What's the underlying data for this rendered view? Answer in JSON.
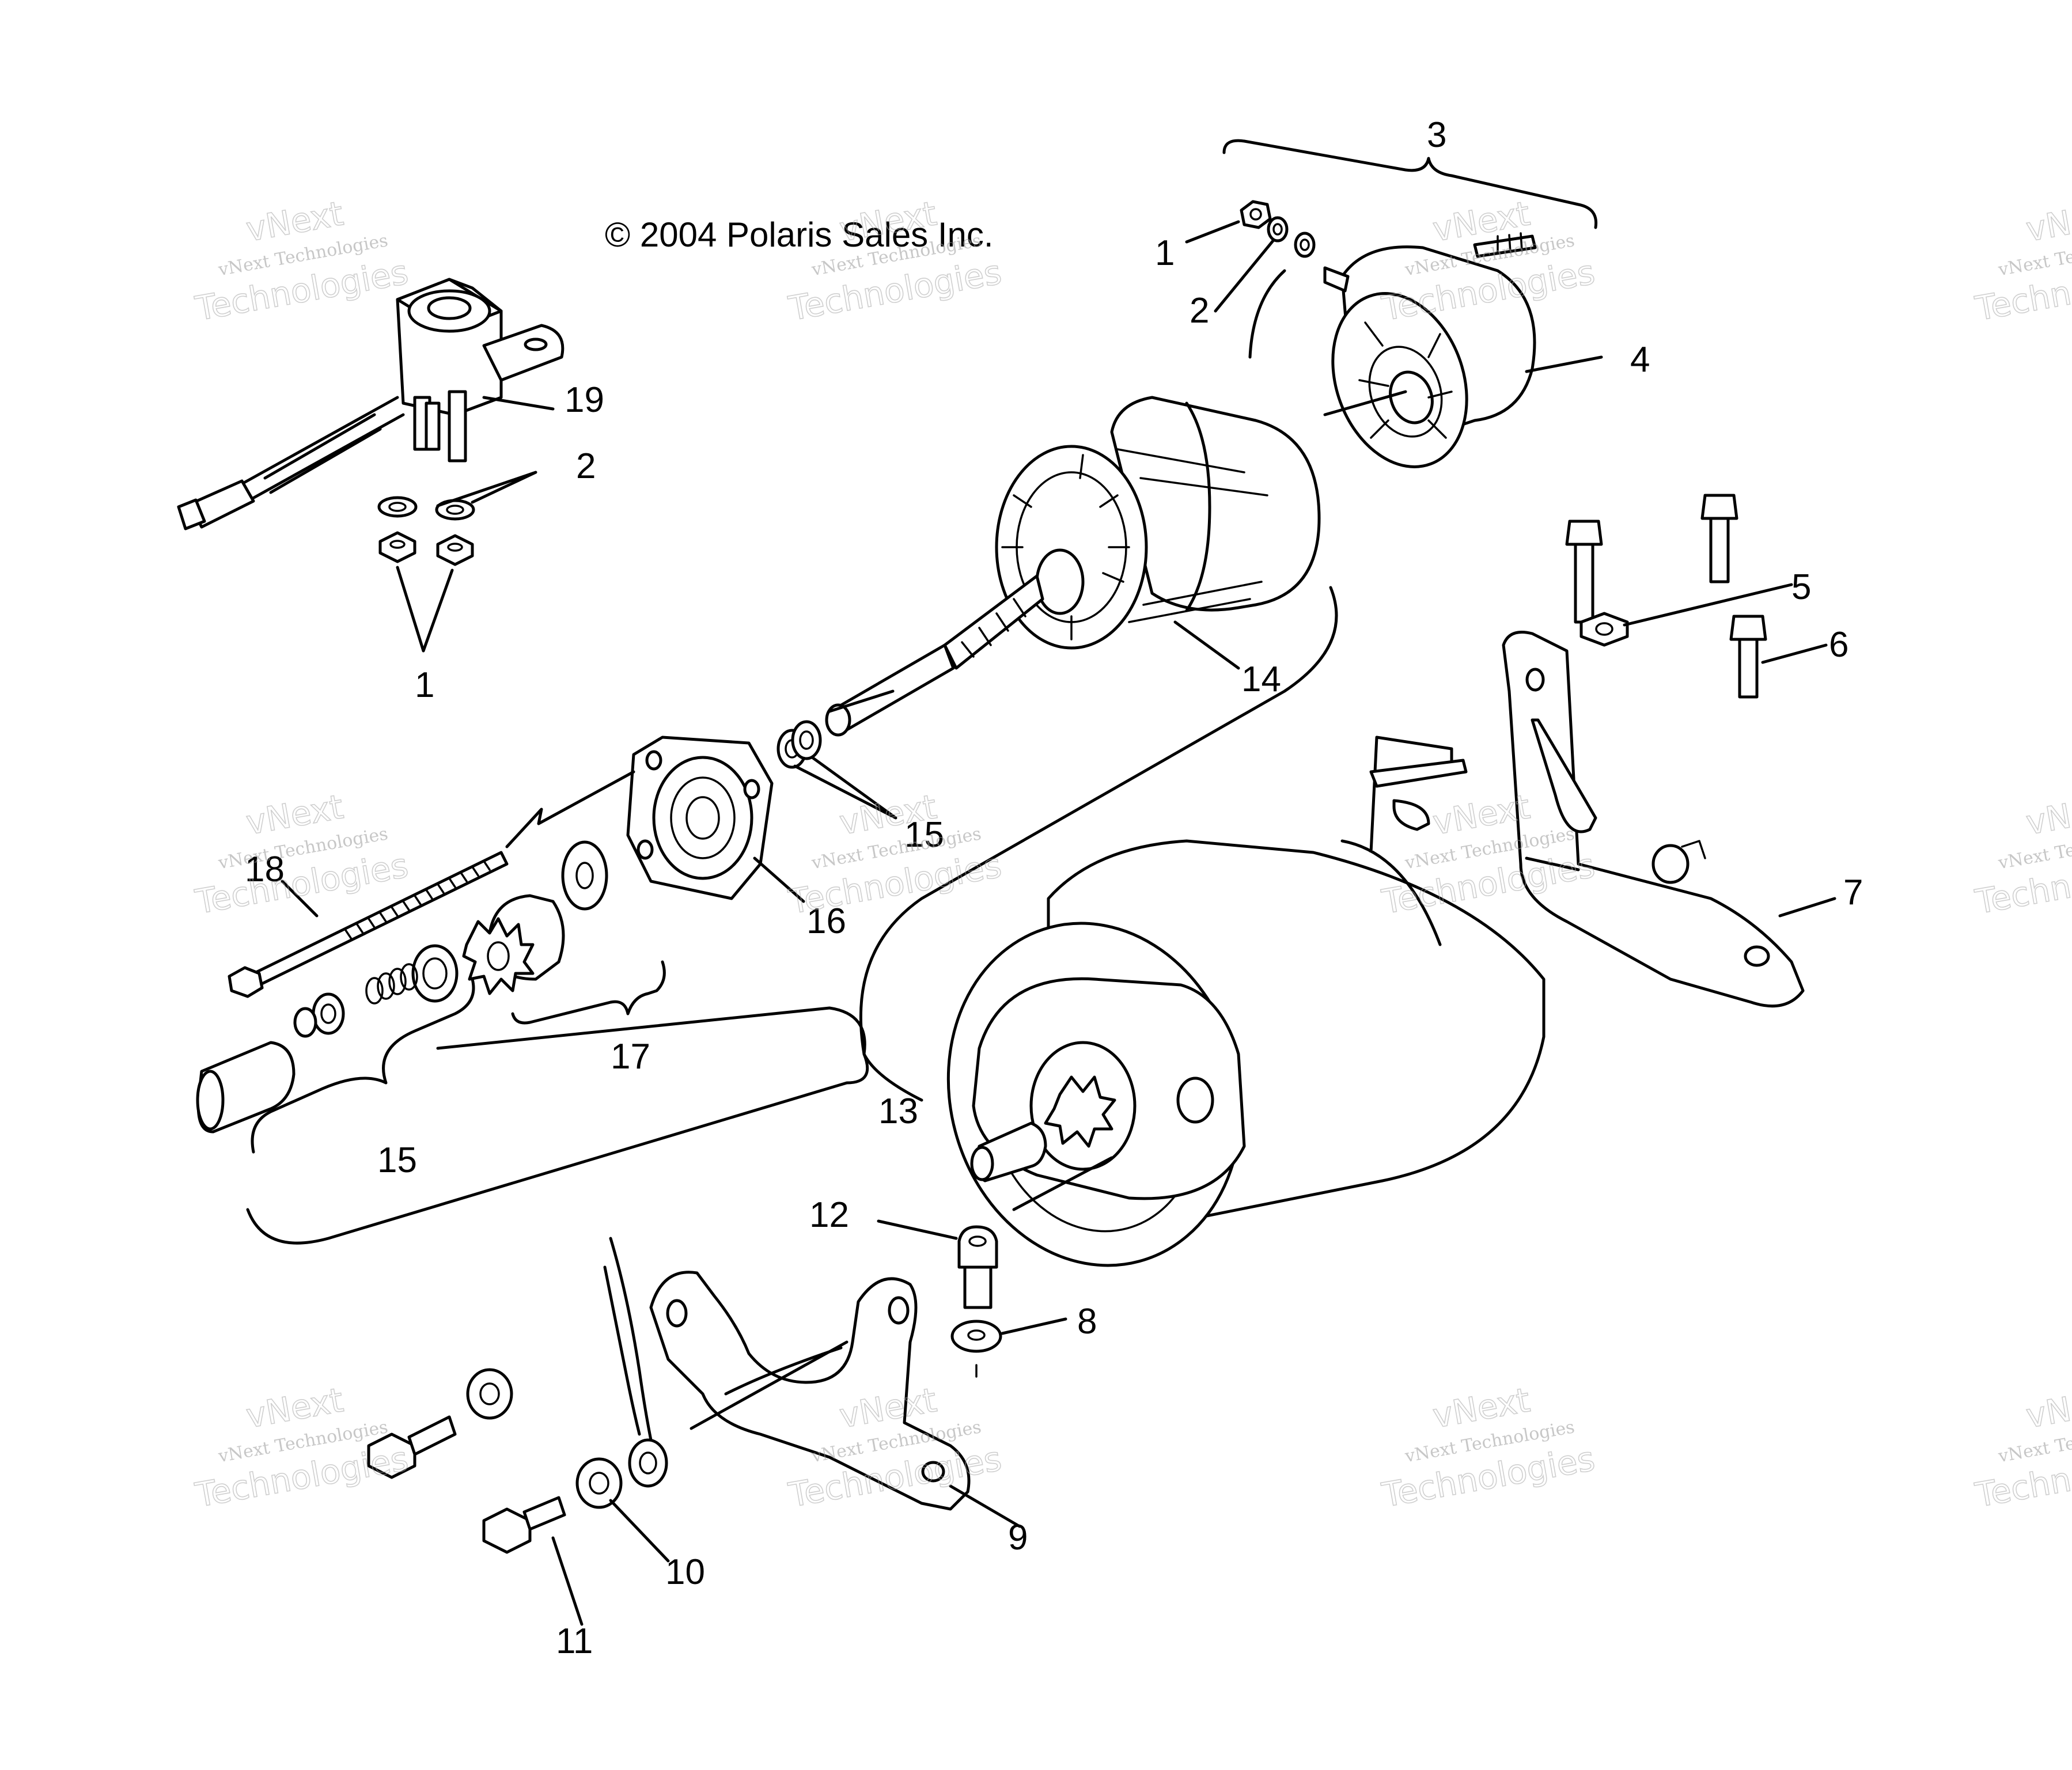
{
  "copyright": "© 2004 Polaris Sales Inc.",
  "watermark": {
    "small": "vNext Technologies",
    "big_top": "vNext",
    "big_bottom": "Technologies"
  },
  "callouts": {
    "c1_top": "1",
    "c2_top": "2",
    "c3": "3",
    "c4": "4",
    "c19": "19",
    "c2_left": "2",
    "c1_left": "1",
    "c5": "5",
    "c6": "6",
    "c14": "14",
    "c15_mid": "15",
    "c16": "16",
    "c18": "18",
    "c7": "7",
    "c17": "17",
    "c13": "13",
    "c15_low": "15",
    "c12": "12",
    "c8": "8",
    "c9": "9",
    "c10": "10",
    "c11": "11"
  }
}
